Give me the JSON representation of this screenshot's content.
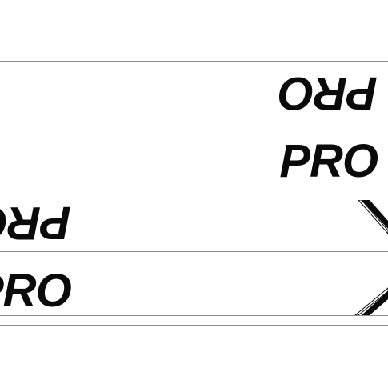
{
  "strips": [
    {
      "logo": "PRO",
      "mirrored": true
    },
    {
      "logo": "PRO",
      "mirrored": false
    },
    {
      "logo": "PRO",
      "mirrored": true
    },
    {
      "logo": "PRO",
      "mirrored": false
    }
  ],
  "colors": {
    "ink": "#0a0a0a",
    "outline": "#8a8a8a",
    "background": "#ffffff"
  }
}
